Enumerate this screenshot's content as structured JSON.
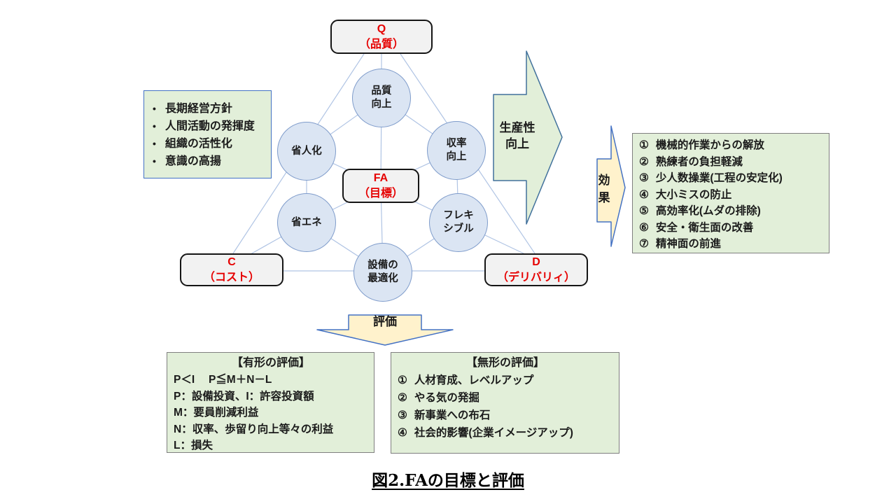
{
  "colors": {
    "box_green_fill": "#e2efd9",
    "box_green_border_blue": "#4472c4",
    "box_green_border_gray": "#7f7f7f",
    "circle_fill": "#dbe5f3",
    "circle_border": "#7f9ccb",
    "node_fill": "#f2f2f2",
    "node_border": "#151515",
    "accent_red": "#e60000",
    "arrow_cream_fill": "#fff2cc",
    "arrow_border": "#41719c",
    "connector": "#b0c4e4"
  },
  "nodes": {
    "q": "Q\n（品質）",
    "fa": "FA\n（目標）",
    "c": "C\n（コスト）",
    "d": "D\n（デリバリィ）"
  },
  "circles": {
    "quality": "品質\n向上",
    "labor_saving": "省人化",
    "yield": "収率\n向上",
    "energy_saving": "省エネ",
    "flexible": "フレキ\nシブル",
    "equipment": "設備の\n最適化"
  },
  "management_box": {
    "bullet": "•",
    "items": [
      "長期経営方針",
      "人間活動の発揮度",
      "組織の活性化",
      "意識の高揚"
    ]
  },
  "productivity_arrow_label": "生産性\n向上",
  "effect_arrow_label": "効\n果",
  "evaluation_arrow_label": "評価",
  "effects_box": {
    "items": [
      {
        "n": "①",
        "t": "機械的作業からの解放"
      },
      {
        "n": "②",
        "t": "熟練者の負担軽減"
      },
      {
        "n": "③",
        "t": "少人数操業(工程の安定化)"
      },
      {
        "n": "④",
        "t": "大小ミスの防止"
      },
      {
        "n": "⑤",
        "t": "高効率化(ムダの排除)"
      },
      {
        "n": "⑥",
        "t": "安全・衛生面の改善"
      },
      {
        "n": "⑦",
        "t": "精神面の前進"
      }
    ]
  },
  "tangible_box": {
    "title": "【有形の評価】",
    "lines": [
      "P＜I　 P≦M＋N－L",
      "P：設備投資、I：許容投資額",
      "M：要員削減利益",
      "N：収率、歩留り向上等々の利益",
      "L：損失"
    ]
  },
  "intangible_box": {
    "title": "【無形の評価】",
    "items": [
      {
        "n": "①",
        "t": "人材育成、レベルアップ"
      },
      {
        "n": "②",
        "t": "やる気の発掘"
      },
      {
        "n": "③",
        "t": "新事業への布石"
      },
      {
        "n": "④",
        "t": "社会的影響(企業イメージアップ)"
      }
    ]
  },
  "caption": "図2.FAの目標と評価"
}
